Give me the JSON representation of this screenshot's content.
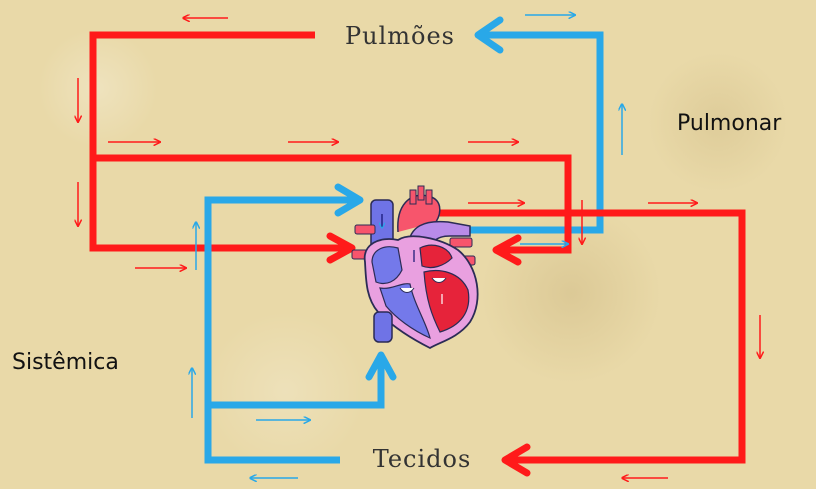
{
  "labels": {
    "lungs": "Pulmões",
    "tissues": "Tecidos",
    "pulmonary": "Pulmonar",
    "systemic": "Sistêmica"
  },
  "colors": {
    "oxygenated": "#ff1a1a",
    "deoxygenated": "#29a8e8",
    "background": "#e9d9a8"
  }
}
